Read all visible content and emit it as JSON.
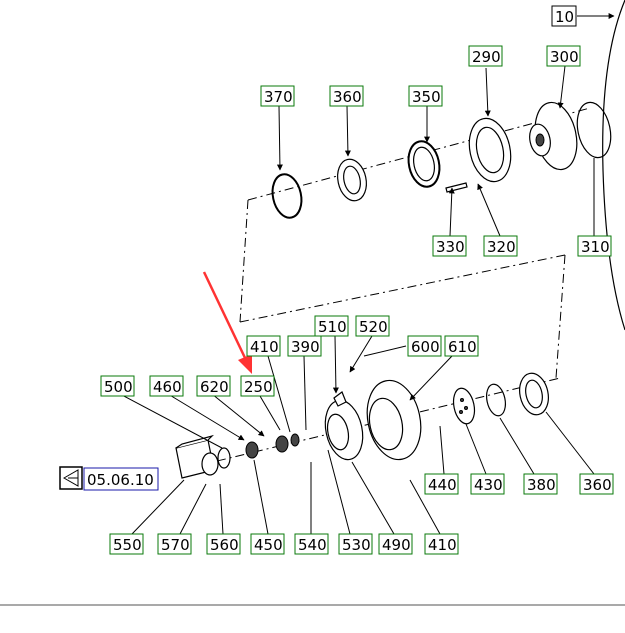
{
  "diagram": {
    "callouts": [
      "10",
      "290",
      "300",
      "370",
      "360",
      "350",
      "330",
      "320",
      "310",
      "510",
      "520",
      "600",
      "610",
      "410",
      "390",
      "500",
      "460",
      "620",
      "250",
      "440",
      "430",
      "380",
      "360",
      "550",
      "570",
      "560",
      "450",
      "540",
      "530",
      "490",
      "410"
    ],
    "reference": "05.06.10",
    "colors": {
      "label_border": "#0a7a0a",
      "ref_border": "#1a1aa8",
      "highlight_arrow": "#ff3333",
      "line": "#000000"
    }
  }
}
